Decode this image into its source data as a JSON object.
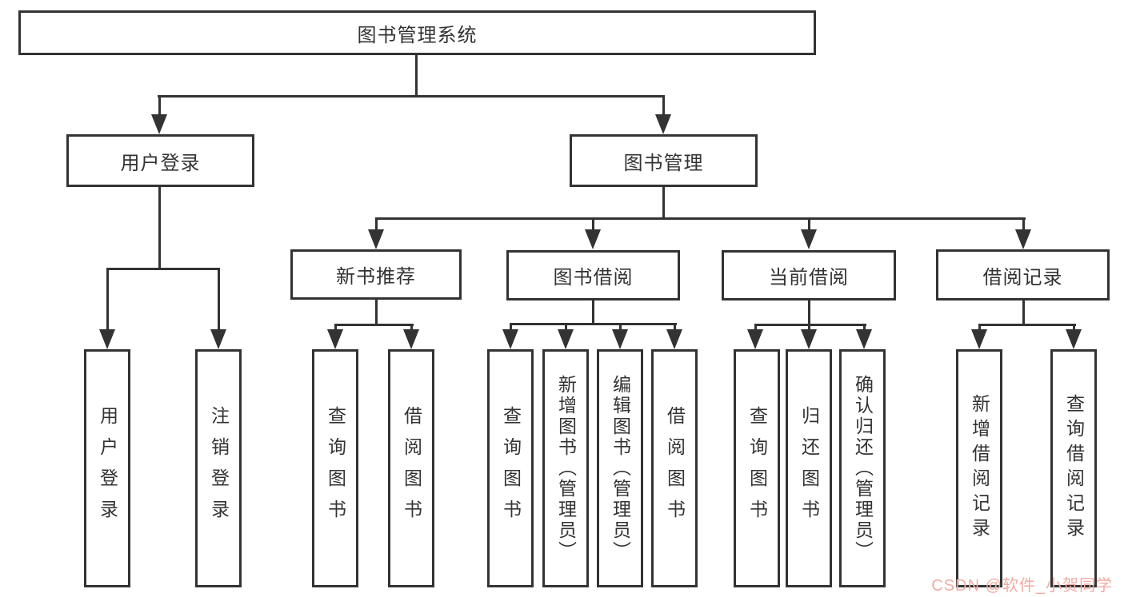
{
  "colors": {
    "line": "#333333",
    "text": "#333333",
    "background": "#ffffff",
    "watermark": "#f2aba4"
  },
  "tree": {
    "root": {
      "label": "图书管理系统"
    },
    "level2": [
      {
        "id": "user-login",
        "label": "用户登录"
      },
      {
        "id": "book-management",
        "label": "图书管理"
      }
    ],
    "level3": [
      {
        "id": "new-book-recommend",
        "label": "新书推荐"
      },
      {
        "id": "book-borrowing",
        "label": "图书借阅"
      },
      {
        "id": "current-borrowing",
        "label": "当前借阅"
      },
      {
        "id": "borrowing-records",
        "label": "借阅记录"
      }
    ],
    "leaves": {
      "userLogin": [
        "用户登录",
        "注销登录"
      ],
      "newBookRecommend": [
        "查询图书",
        "借阅图书"
      ],
      "bookBorrowing": [
        "查询图书",
        "新增图书（管理员）",
        "编辑图书（管理员）",
        "借阅图书"
      ],
      "currentBorrowing": [
        "查询图书",
        "归还图书",
        "确认归还（管理员）"
      ],
      "borrowingRecords": [
        "新增借阅记录",
        "查询借阅记录"
      ]
    }
  },
  "watermark": {
    "text": "CSDN @软件_小贺同学"
  }
}
